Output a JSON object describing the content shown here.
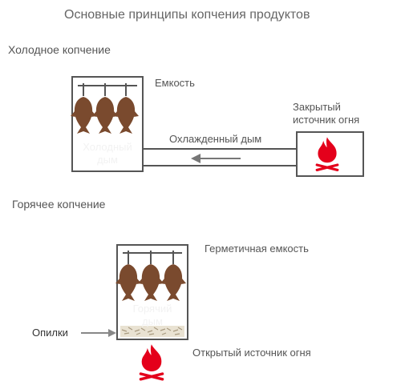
{
  "title": "Основные принципы копчения продуктов",
  "cold": {
    "section_label": "Холодное копчение",
    "container_label": "Емкость",
    "smoke_label_line1": "Холодный",
    "smoke_label_line2": "дым",
    "flow_label": "Охлажденный дым",
    "source_label_line1": "Закрытый",
    "source_label_line2": "источник огня"
  },
  "hot": {
    "section_label": "Горячее копчение",
    "container_label": "Герметичная емкость",
    "smoke_label_line1": "Горячий",
    "smoke_label_line2": "дым",
    "sawdust_label": "Опилки",
    "source_label": "Открытый источник огня"
  },
  "colors": {
    "fish": "#7a4a2e",
    "fire": "#e4001b",
    "line": "#555555",
    "arrow": "#888888"
  },
  "icons": [
    "fish-icon",
    "fire-icon",
    "hook-icon"
  ]
}
